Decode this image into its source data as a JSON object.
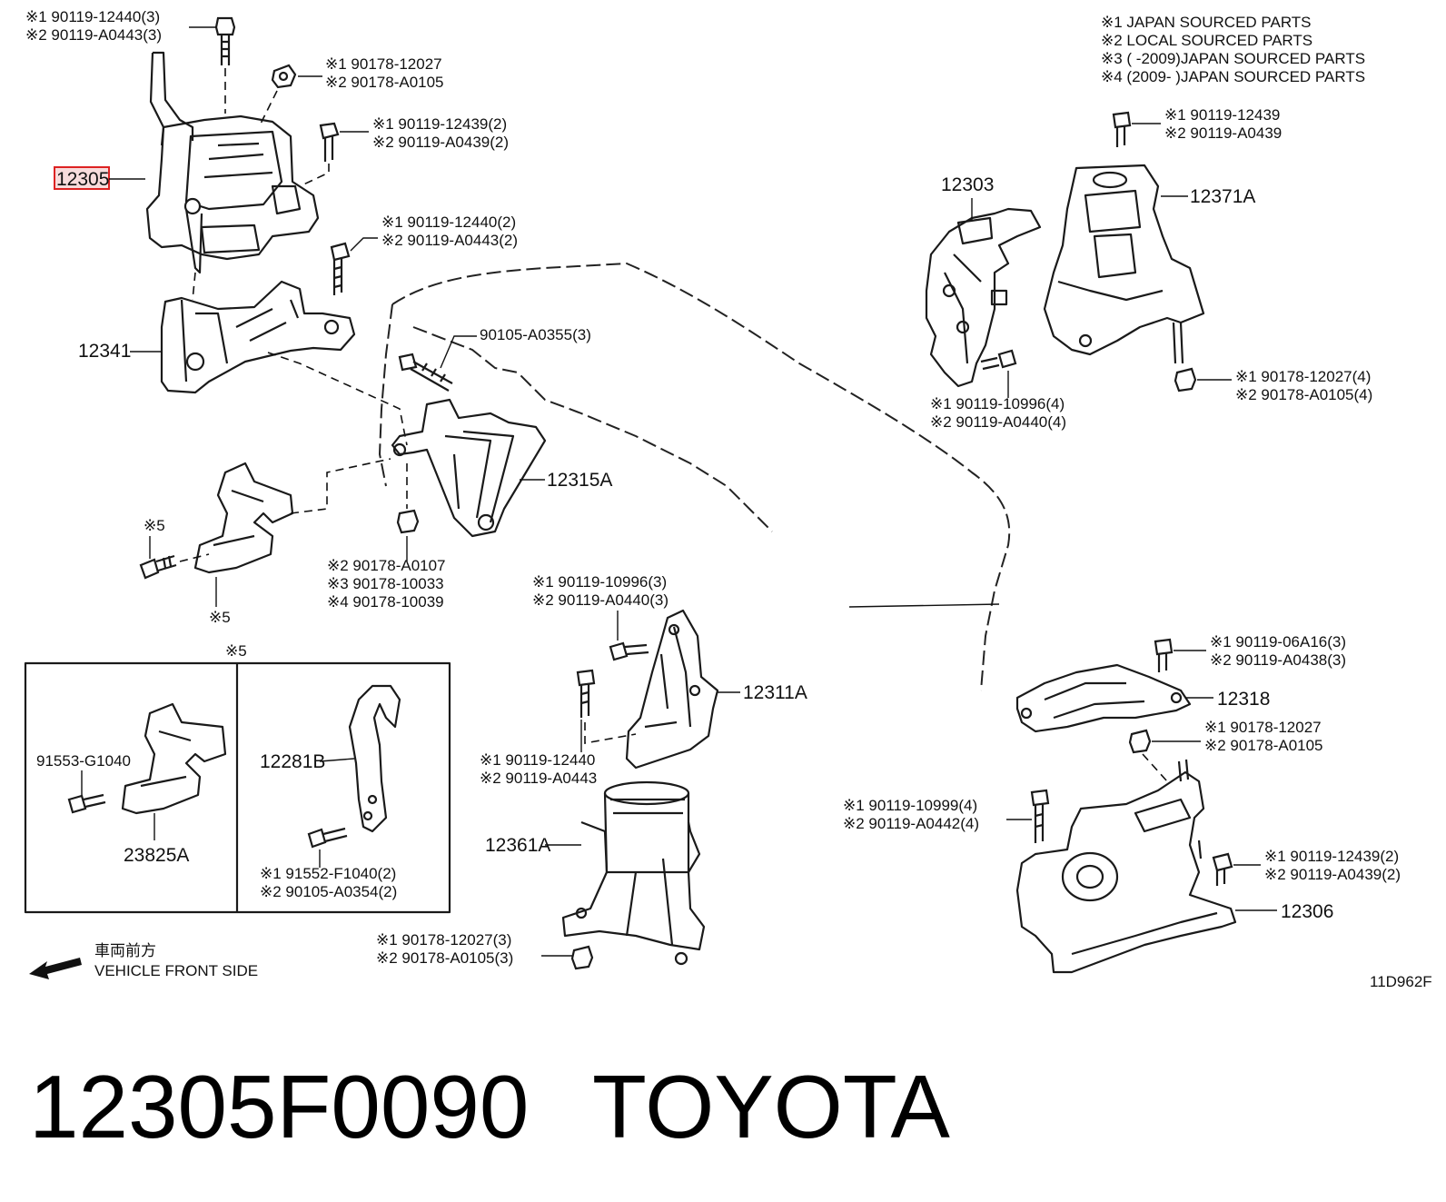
{
  "legend": {
    "line1": "※1  JAPAN SOURCED PARTS",
    "line2": "※2  LOCAL SOURCED PARTS",
    "line3": "※3 (        -2009)JAPAN SOURCED PARTS",
    "line4": "※4 (2009-        )JAPAN SOURCED PARTS"
  },
  "parts": {
    "p12305": "12305",
    "p12341": "12341",
    "p12315A": "12315A",
    "p12303": "12303",
    "p12371A": "12371A",
    "p12311A": "12311A",
    "p12361A": "12361A",
    "p12318": "12318",
    "p12306": "12306",
    "p12281B": "12281B",
    "p23825A": "23825A"
  },
  "fasteners": {
    "f1a": "※1  90119-12440(3)",
    "f1b": "※2  90119-A0443(3)",
    "f2a": "※1  90178-12027",
    "f2b": "※2  90178-A0105",
    "f3a": "※1  90119-12439(2)",
    "f3b": "※2  90119-A0439(2)",
    "f4a": "※1  90119-12440(2)",
    "f4b": "※2  90119-A0443(2)",
    "f5": "90105-A0355(3)",
    "f6a": "※2 90178-A0107",
    "f6b": "※3 90178-10033",
    "f6c": "※4 90178-10039",
    "f7a": "※1  90119-12439",
    "f7b": "※2  90119-A0439",
    "f8a": "※1  90119-10996(4)",
    "f8b": "※2  90119-A0440(4)",
    "f9a": "※1  90178-12027(4)",
    "f9b": "※2  90178-A0105(4)",
    "f10a": "※1  90119-10996(3)",
    "f10b": "※2  90119-A0440(3)",
    "f11a": "※1  90119-12440",
    "f11b": "※2  90119-A0443",
    "f12a": "※1  90178-12027(3)",
    "f12b": "※2  90178-A0105(3)",
    "f13a": "※1  90119-06A16(3)",
    "f13b": "※2  90119-A0438(3)",
    "f14a": "※1  90178-12027",
    "f14b": "※2  90178-A0105",
    "f15a": "※1  90119-10999(4)",
    "f15b": "※2  90119-A0442(4)",
    "f16a": "※1  90119-12439(2)",
    "f16b": "※2  90119-A0439(2)",
    "f17": "91553-G1040",
    "f18a": "※1 91552-F1040(2)",
    "f18b": "※2 90105-A0354(2)",
    "note5a": "※5",
    "note5b": "※5",
    "note5c": "※5"
  },
  "direction": {
    "jp": "車両前方",
    "en": "VEHICLE FRONT SIDE"
  },
  "diagram_code": "11D962F",
  "caption": {
    "part_number": "12305F0090",
    "brand": "TOYOTA"
  },
  "colors": {
    "highlight_border": "#d22222",
    "highlight_fill": "#f7dcdc",
    "ink": "#111111"
  }
}
